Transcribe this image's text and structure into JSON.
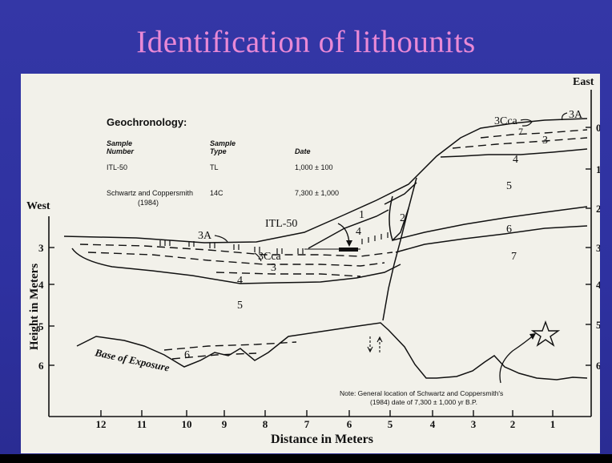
{
  "slide": {
    "title": "Identification of lithounits",
    "accent_color": "#e989d6",
    "background_color": "#2e31a0"
  },
  "diagram": {
    "east_label": "East",
    "west_label": "West",
    "y_axis_label": "Height in Meters",
    "x_axis_label": "Distance in Meters",
    "left_ticks": [
      "3",
      "4",
      "5",
      "6"
    ],
    "right_ticks": [
      "0",
      "1",
      "2",
      "3",
      "4",
      "5",
      "6"
    ],
    "x_ticks": [
      "12",
      "11",
      "10",
      "9",
      "8",
      "7",
      "6",
      "5",
      "4",
      "3",
      "2",
      "1"
    ],
    "units": {
      "u1": "1",
      "u2": "2",
      "u3": "3",
      "u3a_left": "3A",
      "u3a_right": "3A",
      "u3cca_left": "3Cca",
      "u3cca_right": "3Cca",
      "u4_left": "4",
      "u4_mid": "4",
      "u4_right": "4",
      "u5_left": "5",
      "u5_right": "5",
      "u6_left": "6",
      "u6_right": "6",
      "u7": "7",
      "u7_small": "7"
    },
    "sample_marker": "ITL-50",
    "base_of_exposure": "Base of Exposure",
    "geochronology": {
      "heading": "Geochronology:",
      "col_sample_number": [
        "Sample",
        "Number"
      ],
      "col_sample_type": [
        "Sample",
        "Type"
      ],
      "col_date": "Date",
      "rows": [
        {
          "number": "ITL-50",
          "number_line2": "",
          "type": "TL",
          "date": "1,000 ± 100"
        },
        {
          "number": "Schwartz and Coppersmith",
          "number_line2": "(1984)",
          "type": "14C",
          "date": "7,300 ± 1,000"
        }
      ]
    },
    "note_line1": "Note:  General location of Schwartz and Coppersmith's",
    "note_line2": "(1984) date of 7,300 ± 1,000 yr B.P."
  }
}
